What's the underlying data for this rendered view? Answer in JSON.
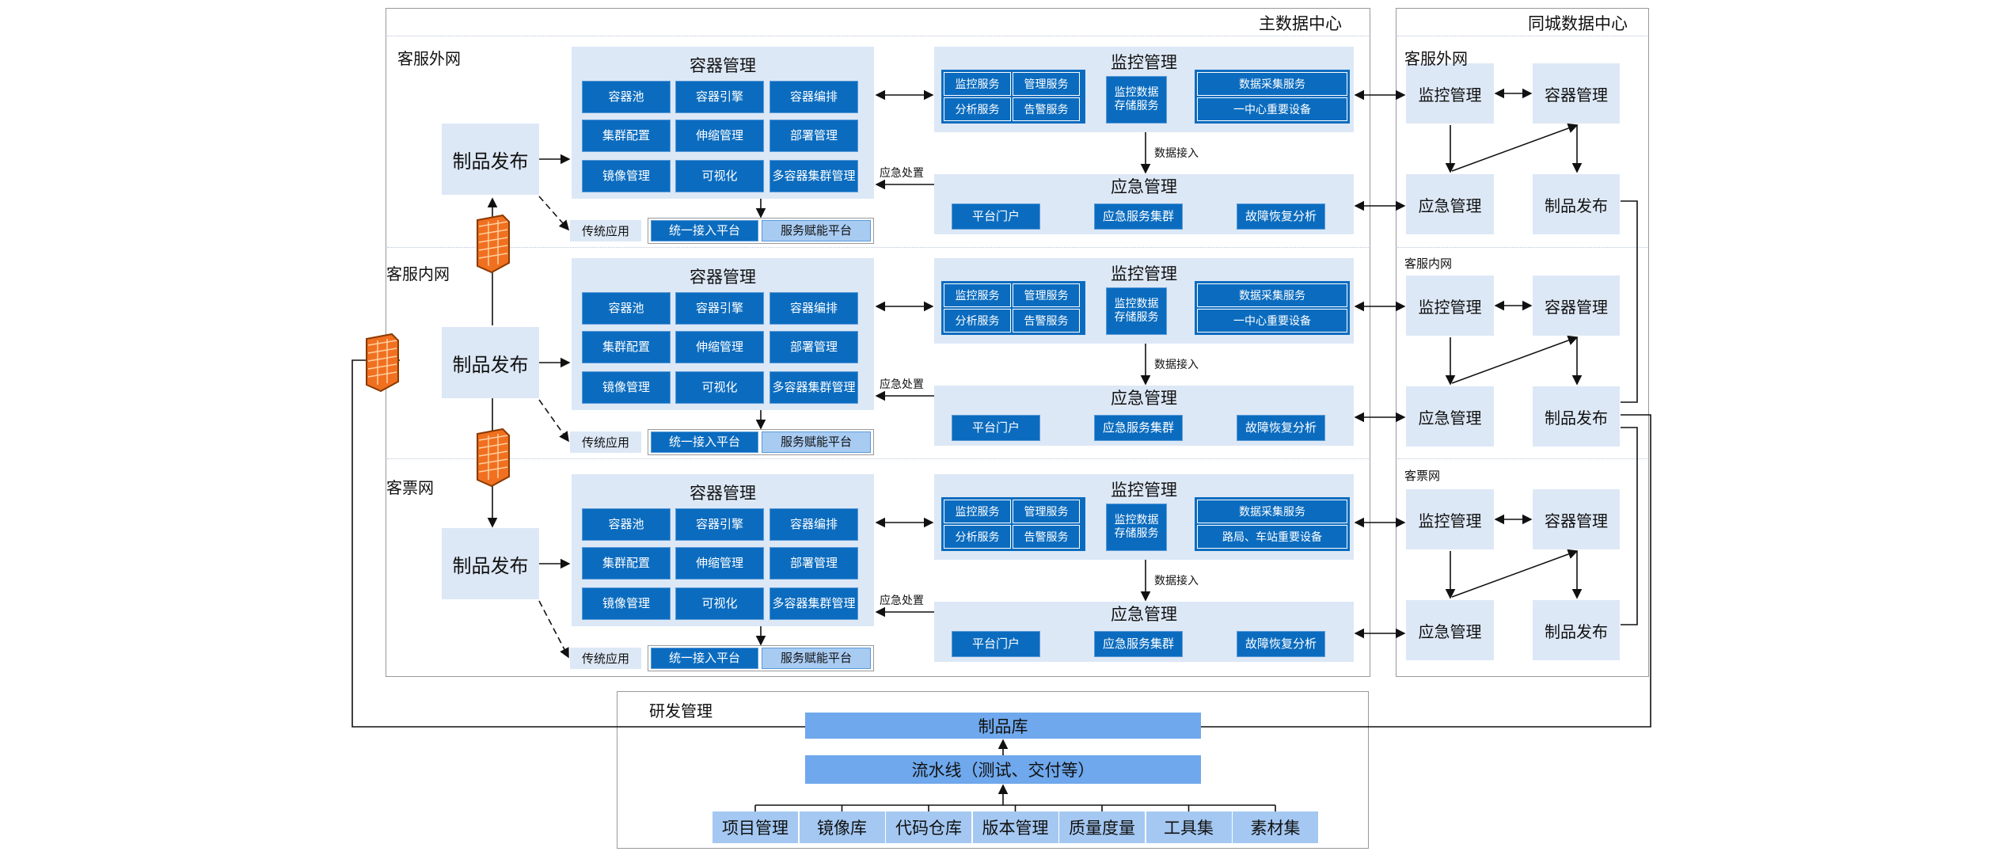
{
  "main_dc": {
    "title": "主数据中心"
  },
  "city_dc": {
    "title": "同城数据中心"
  },
  "rows": [
    {
      "network": "客服外网",
      "release": "制品发布",
      "container": {
        "title": "容器管理",
        "cells": [
          "容器池",
          "容器引擎",
          "容器编排",
          "集群配置",
          "伸缩管理",
          "部署管理",
          "镜像管理",
          "可视化",
          "多容器集群管理"
        ]
      },
      "legacy": "传统应用",
      "access": "统一接入平台",
      "enable": "服务赋能平台",
      "monitor": {
        "title": "监控管理",
        "services": [
          "监控服务",
          "管理服务",
          "分析服务",
          "告警服务"
        ],
        "storage": "监控数据存储服务",
        "collect": "数据采集服务",
        "devices": "一中心重要设备"
      },
      "data_in": "数据接入",
      "handle": "应急处置",
      "emergency": {
        "title": "应急管理",
        "cells": [
          "平台门户",
          "应急服务集群",
          "故障恢复分析"
        ]
      }
    },
    {
      "network": "客服内网",
      "release": "制品发布",
      "container": {
        "title": "容器管理",
        "cells": [
          "容器池",
          "容器引擎",
          "容器编排",
          "集群配置",
          "伸缩管理",
          "部署管理",
          "镜像管理",
          "可视化",
          "多容器集群管理"
        ]
      },
      "legacy": "传统应用",
      "access": "统一接入平台",
      "enable": "服务赋能平台",
      "monitor": {
        "title": "监控管理",
        "services": [
          "监控服务",
          "管理服务",
          "分析服务",
          "告警服务"
        ],
        "storage": "监控数据存储服务",
        "collect": "数据采集服务",
        "devices": "一中心重要设备"
      },
      "data_in": "数据接入",
      "handle": "应急处置",
      "emergency": {
        "title": "应急管理",
        "cells": [
          "平台门户",
          "应急服务集群",
          "故障恢复分析"
        ]
      }
    },
    {
      "network": "客票网",
      "release": "制品发布",
      "container": {
        "title": "容器管理",
        "cells": [
          "容器池",
          "容器引擎",
          "容器编排",
          "集群配置",
          "伸缩管理",
          "部署管理",
          "镜像管理",
          "可视化",
          "多容器集群管理"
        ]
      },
      "legacy": "传统应用",
      "access": "统一接入平台",
      "enable": "服务赋能平台",
      "monitor": {
        "title": "监控管理",
        "services": [
          "监控服务",
          "管理服务",
          "分析服务",
          "告警服务"
        ],
        "storage": "监控数据存储服务",
        "collect": "数据采集服务",
        "devices": "路局、车站重要设备"
      },
      "data_in": "数据接入",
      "handle": "应急处置",
      "emergency": {
        "title": "应急管理",
        "cells": [
          "平台门户",
          "应急服务集群",
          "故障恢复分析"
        ]
      }
    }
  ],
  "city_rows": [
    {
      "network": "客服外网",
      "monitor": "监控管理",
      "container": "容器管理",
      "emergency": "应急管理",
      "release": "制品发布"
    },
    {
      "network": "客服内网",
      "monitor": "监控管理",
      "container": "容器管理",
      "emergency": "应急管理",
      "release": "制品发布"
    },
    {
      "network": "客票网",
      "monitor": "监控管理",
      "container": "容器管理",
      "emergency": "应急管理",
      "release": "制品发布"
    }
  ],
  "rd": {
    "title": "研发管理",
    "repo": "制品库",
    "pipeline": "流水线（测试、交付等）",
    "items": [
      "项目管理",
      "镜像库",
      "代码仓库",
      "版本管理",
      "质量度量",
      "工具集",
      "素材集"
    ]
  },
  "colors": {
    "panel": "#dde8f6",
    "dark": "#0b6cbf",
    "mid": "#6fa8ec",
    "light_item": "#a4c8f2",
    "firewall": "#f07020"
  }
}
